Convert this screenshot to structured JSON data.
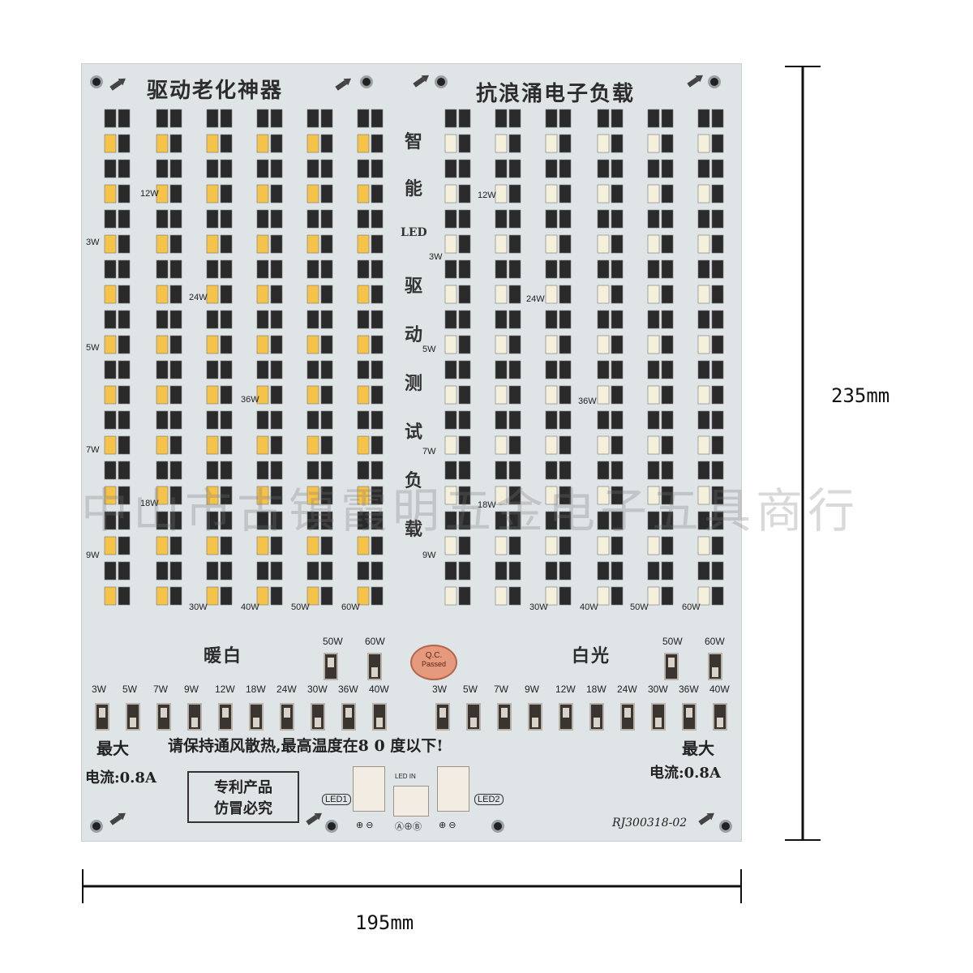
{
  "board": {
    "title_left": "驱动老化神器",
    "title_right": "抗浪涌电子负载",
    "center_vertical": [
      "智",
      "能",
      "LED",
      "驱",
      "动",
      "测",
      "试",
      "负",
      "载"
    ],
    "warm_label": "暖白",
    "white_label": "白光",
    "max_left": "最大",
    "max_right": "最大",
    "current_left": "电流:0.8A",
    "current_right": "电流:0.8A",
    "warning": "请保持通风散热,最高温度在8 0 度以下!",
    "patent_line1": "专利产品",
    "patent_line2": "仿冒必究",
    "model": "RJ300318-02",
    "qc_line1": "Q.C.",
    "qc_line2": "Passed",
    "led1": "LED1",
    "led2": "LED2",
    "led_in": "LED IN",
    "top_switch_labels": [
      "50W",
      "60W"
    ],
    "bottom_switch_labels": [
      "3W",
      "5W",
      "7W",
      "9W",
      "12W",
      "18W",
      "24W",
      "30W",
      "36W",
      "40W"
    ],
    "row_labels": [
      "3W",
      "5W",
      "7W",
      "9W"
    ],
    "mid_labels": [
      "12W",
      "24W",
      "36W",
      "18W"
    ],
    "bottom_row_labels": [
      "30W",
      "40W",
      "50W",
      "60W"
    ],
    "polarity_left": "⊕ ⊖",
    "polarity_mid": "Ⓐ⊕Ⓑ",
    "polarity_right": "⊕ ⊖"
  },
  "dimensions": {
    "height": "235mm",
    "width": "195mm"
  },
  "watermark": "中山市古镇霞明五金电子五具商行",
  "colors": {
    "board": "#dfe4e7",
    "warm_led": "#f5c24a",
    "white_led": "#f4f0dc",
    "chip": "#2a2a2a"
  }
}
